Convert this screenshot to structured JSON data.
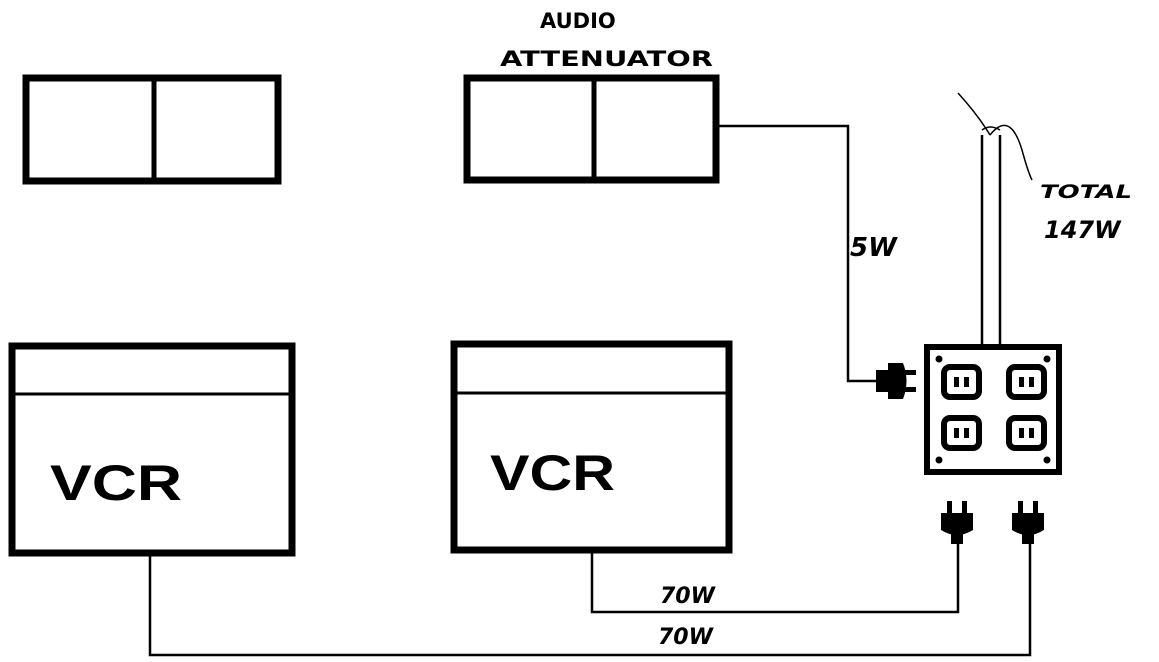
{
  "colors": {
    "ink": "#000000",
    "paper": "#ffffff"
  },
  "labels": {
    "audio_attenuator_line1": "AUDIO",
    "audio_attenuator_line2": "ATTENUATOR",
    "total_line1": "TOTAL",
    "total_line2": "147W",
    "vcr_left": "VCR",
    "vcr_right": "VCR",
    "attenuator_power": "5W",
    "vcr_right_power": "70W",
    "vcr_left_power": "70W"
  }
}
